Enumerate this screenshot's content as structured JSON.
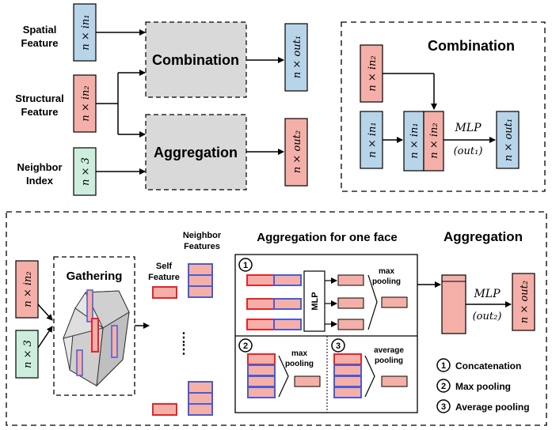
{
  "colors": {
    "blue_box": "#b8d4e8",
    "pink_box": "#f4b0a8",
    "green_box": "#cdeedd",
    "gray_box": "#d9d9d9",
    "red_border": "#e8232a",
    "blue_border": "#4a5bd6"
  },
  "top_left": {
    "input_spatial": "Spatial Feature",
    "input_spatial_l1": "Spatial",
    "input_spatial_l2": "Feature",
    "input_structural_l1": "Structural",
    "input_structural_l2": "Feature",
    "input_neighbor_l1": "Neighbor",
    "input_neighbor_l2": "Index",
    "box_in1": "n × in₁",
    "box_in2": "n × in₂",
    "box_n3": "n × 3",
    "block_combination": "Combination",
    "block_aggregation": "Aggregation",
    "out1": "n × out₁",
    "out2": "n × out₂"
  },
  "top_right": {
    "title": "Combination",
    "box_in2": "n × in₂",
    "box_in1": "n × in₁",
    "concat_in1": "n × in₁",
    "concat_in2": "n × in₂",
    "mlp": "MLP",
    "mlp_param": "(out₁)",
    "out1": "n × out₁"
  },
  "bottom": {
    "box_in2": "n × in₂",
    "box_n3": "n × 3",
    "gathering_title": "Gathering",
    "self_feature_l1": "Self",
    "self_feature_l2": "Feature",
    "neighbor_features_l1": "Neighbor",
    "neighbor_features_l2": "Features",
    "dots": "⋮",
    "agg_one_face_title": "Aggregation for one face",
    "num1": "1",
    "num2": "2",
    "num3": "3",
    "mlp_label": "MLP",
    "max_pooling_l1": "max",
    "max_pooling_l2": "pooling",
    "max_pooling2_l1": "max",
    "max_pooling2_l2": "pooling",
    "avg_pooling_l1": "average",
    "avg_pooling_l2": "pooling",
    "aggregation_title": "Aggregation",
    "mlp": "MLP",
    "mlp_param": "(out₂)",
    "out2": "n × out₂",
    "legend": [
      {
        "num": "1",
        "text": "Concatenation"
      },
      {
        "num": "2",
        "text": "Max pooling"
      },
      {
        "num": "3",
        "text": "Average pooling"
      }
    ]
  }
}
